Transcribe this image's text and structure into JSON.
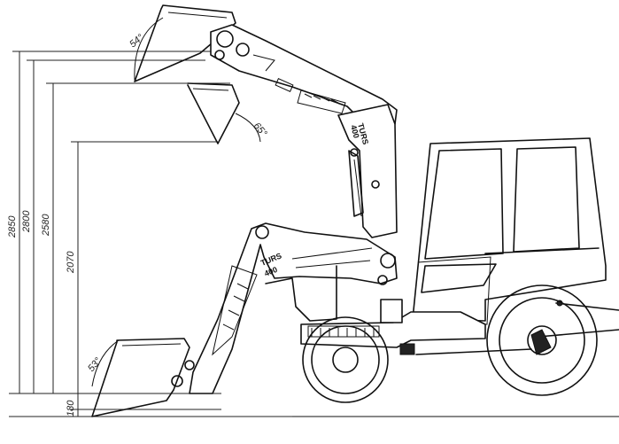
{
  "dimensions": {
    "h1": "2850",
    "h2": "2800",
    "h3": "2580",
    "h4": "2070",
    "h5": "180"
  },
  "angles": {
    "upper_tilt": "54°",
    "dump": "65°",
    "lower_tilt": "53°"
  },
  "loader": {
    "model_upper_line1": "TURS",
    "model_upper_line2": "400",
    "model_lower_line1": "TURS",
    "model_lower_line2": "400"
  }
}
